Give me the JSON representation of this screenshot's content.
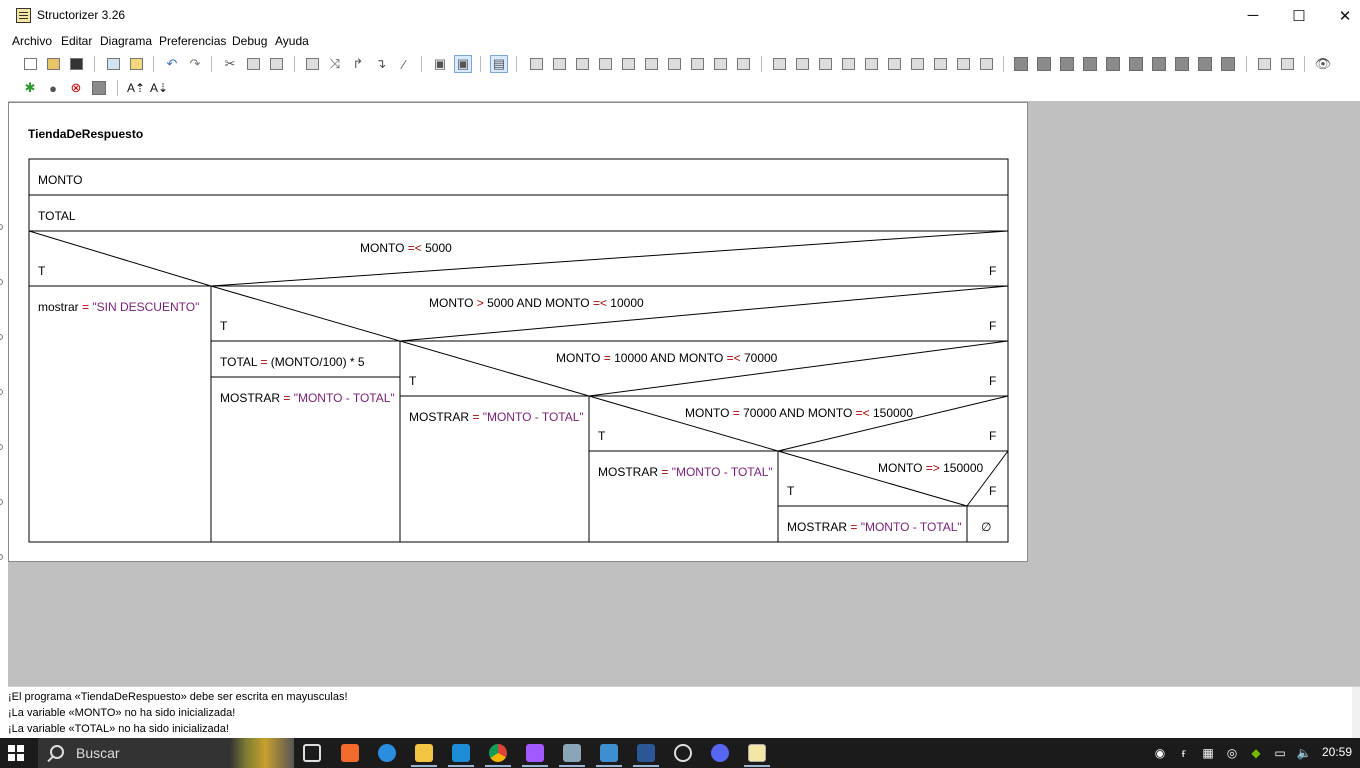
{
  "window": {
    "title": "Structorizer 3.26",
    "minimize_glyph": "─",
    "maximize_glyph": "☐",
    "close_glyph": "✕"
  },
  "menu": [
    "Archivo",
    "Editar",
    "Diagrama",
    "Preferencias",
    "Debug",
    "Ayuda"
  ],
  "diagram": {
    "program_name": "TiendaDeRespuesto",
    "instructions": [
      "MONTO",
      "TOTAL"
    ],
    "conditions": [
      {
        "left": "MONTO ",
        "op": "=<",
        "right": " 5000"
      },
      {
        "left": "MONTO ",
        "op": ">",
        "mid": " 5000 AND MONTO ",
        "op2": "=<",
        "right": " 10000"
      },
      {
        "left": "MONTO ",
        "op": "=",
        "mid": " 10000 AND MONTO ",
        "op2": "=<",
        "right": " 70000"
      },
      {
        "left": "MONTO ",
        "op": "=",
        "mid": " 70000 AND MONTO ",
        "op2": "=<",
        "right": " 150000"
      },
      {
        "left": "MONTO ",
        "op": "=>",
        "right": " 150000"
      }
    ],
    "true_label": "T",
    "false_label": "F",
    "branch_1": {
      "var": "mostrar ",
      "op": "=",
      "value": " \"SIN DESCUENTO\""
    },
    "branch_2_line1": {
      "var": "TOTAL ",
      "op": "=",
      "value": " (MONTO/100) * 5"
    },
    "branch_2_line2": {
      "var": "MOSTRAR ",
      "op": "=",
      "value": " \"MONTO - TOTAL\""
    },
    "branch_3": {
      "var": "MOSTRAR ",
      "op": "=",
      "value": " \"MONTO - TOTAL\""
    },
    "branch_4": {
      "var": "MOSTRAR ",
      "op": "=",
      "value": " \"MONTO - TOTAL\""
    },
    "branch_5": {
      "var": "MOSTRAR ",
      "op": "=",
      "value": " \"MONTO - TOTAL\""
    },
    "empty_symbol": "∅"
  },
  "log": [
    "¡El programa «TiendaDeRespuesto» debe ser escrita en mayusculas!",
    "¡La variable «MONTO» no ha sido inicializada!",
    "¡La variable «TOTAL» no ha sido inicializada!"
  ],
  "taskbar": {
    "search_placeholder": "Buscar",
    "clock": "20:59"
  },
  "colors": {
    "operator": "#b30000",
    "string": "#7a1f7a",
    "workspace": "#c0c0c0",
    "taskbar": "#1b1b1b"
  }
}
